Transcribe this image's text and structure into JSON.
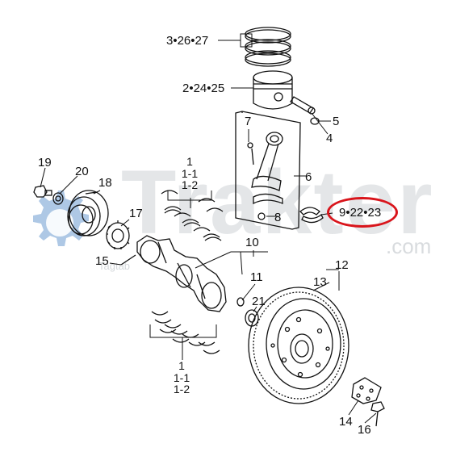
{
  "watermark": {
    "brand": "Trakter",
    "domain": ".com",
    "subtext": "Tagtab"
  },
  "highlight_color": "#d9141b",
  "watermark_color": "#b9bfc4",
  "labels": {
    "piston_rings": "3•26•27",
    "piston": "2•24•25",
    "pin_clip": "5",
    "piston_pin": "4",
    "bolt": "7",
    "conrod": "6",
    "nut": "8",
    "conrod_bearing": "9•22•23",
    "pulley_bolt": "19",
    "washer": "20",
    "pulley": "18",
    "gear": "17",
    "key": "15",
    "crank_group": "10",
    "pin": "11",
    "bearing": "21",
    "ring_gear": "13",
    "flywheel": "12",
    "flywheel_bolt_plate": "14",
    "flywheel_bolt": "16"
  },
  "main_bearings_top": [
    "1",
    "1-1",
    "1-2"
  ],
  "main_bearings_bottom": [
    "1",
    "1-1",
    "1-2"
  ]
}
